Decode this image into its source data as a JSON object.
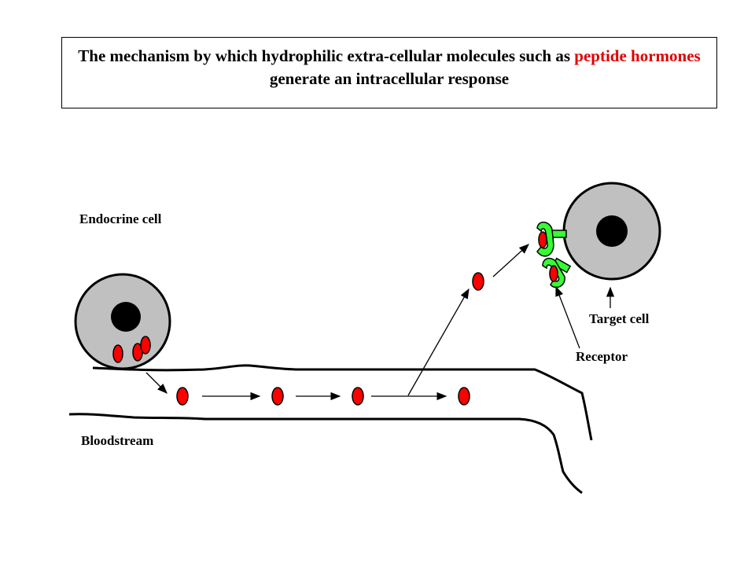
{
  "title": {
    "part1": "The mechanism by which hydrophilic extra-cellular molecules such as",
    "highlight": "peptide hormones",
    "part2": "generate an intracellular response"
  },
  "labels": {
    "endocrine_cell": "Endocrine cell",
    "bloodstream": "Bloodstream",
    "target_cell": "Target cell",
    "receptor": "Receptor"
  },
  "colors": {
    "hormone": "#ff0000",
    "receptor": "#33ff33",
    "cell": "#c0c0c0",
    "nucleus": "#000000",
    "highlight_text": "#e00000"
  }
}
